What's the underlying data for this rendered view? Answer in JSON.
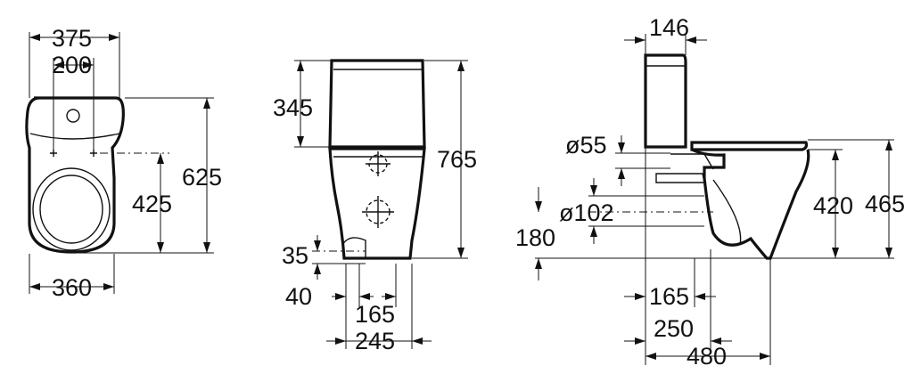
{
  "top_view": {
    "width_overall": "375",
    "width_holes": "200",
    "depth_overall": "625",
    "depth_to_holes": "425",
    "bowl_width": "360"
  },
  "front_view": {
    "tank_height": "345",
    "total_height": "765",
    "outlet_height": "35",
    "outlet_offset": "40",
    "fixing_spacing": "165",
    "base_width": "245"
  },
  "side_view": {
    "tank_depth": "146",
    "inlet_diameter": "ø55",
    "outlet_diameter": "ø102",
    "outlet_height": "180",
    "seat_height": "420",
    "rim_height": "465",
    "fixing_from_wall": "165",
    "outlet_from_wall": "250",
    "total_depth": "480"
  }
}
